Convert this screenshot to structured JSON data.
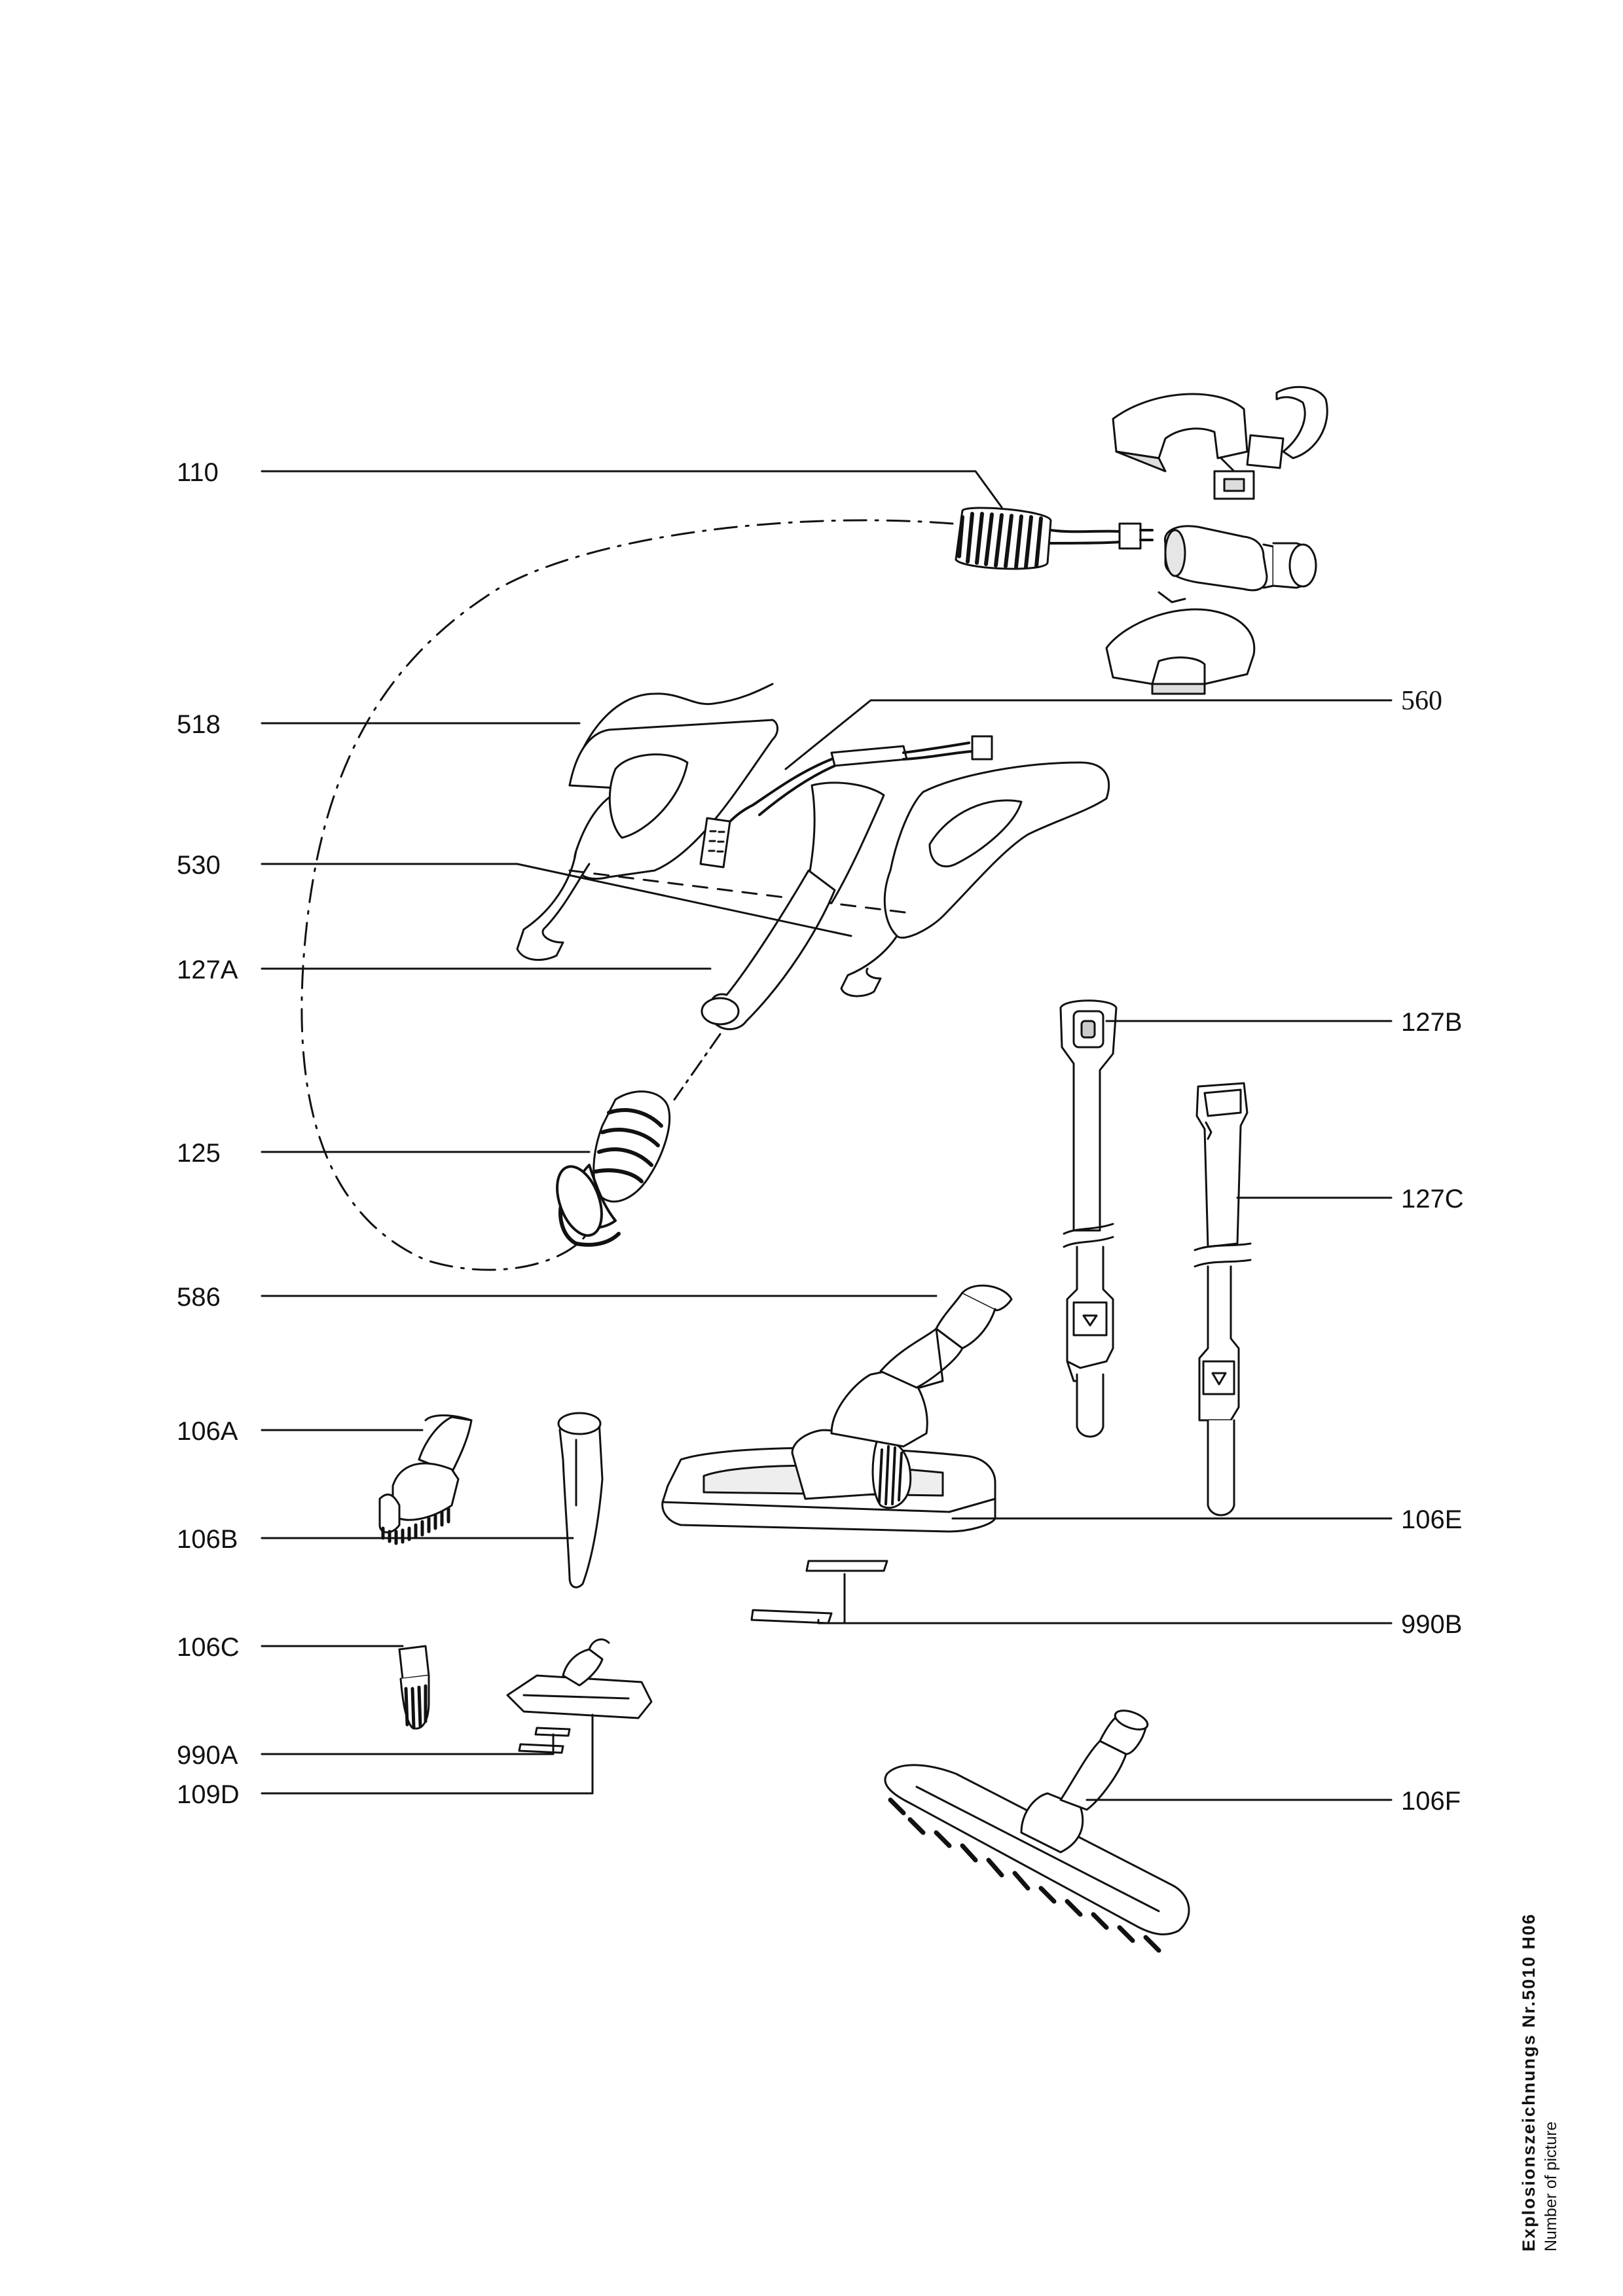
{
  "labels": {
    "l110": "110",
    "l518": "518",
    "l560": "560",
    "l530": "530",
    "l127A": "127A",
    "l127B": "127B",
    "l125": "125",
    "l127C": "127C",
    "l586": "586",
    "l106A": "106A",
    "l106B": "106B",
    "l106E": "106E",
    "l990B": "990B",
    "l106C": "106C",
    "l990A": "990A",
    "l109D": "109D",
    "l106F": "106F"
  },
  "caption": {
    "title": "Explosionszeichnungs  Nr.5010  H06",
    "subtitle": "Number of picture"
  },
  "colors": {
    "ink": "#111111",
    "paper": "#ffffff",
    "shade": "#d9d9d9"
  }
}
